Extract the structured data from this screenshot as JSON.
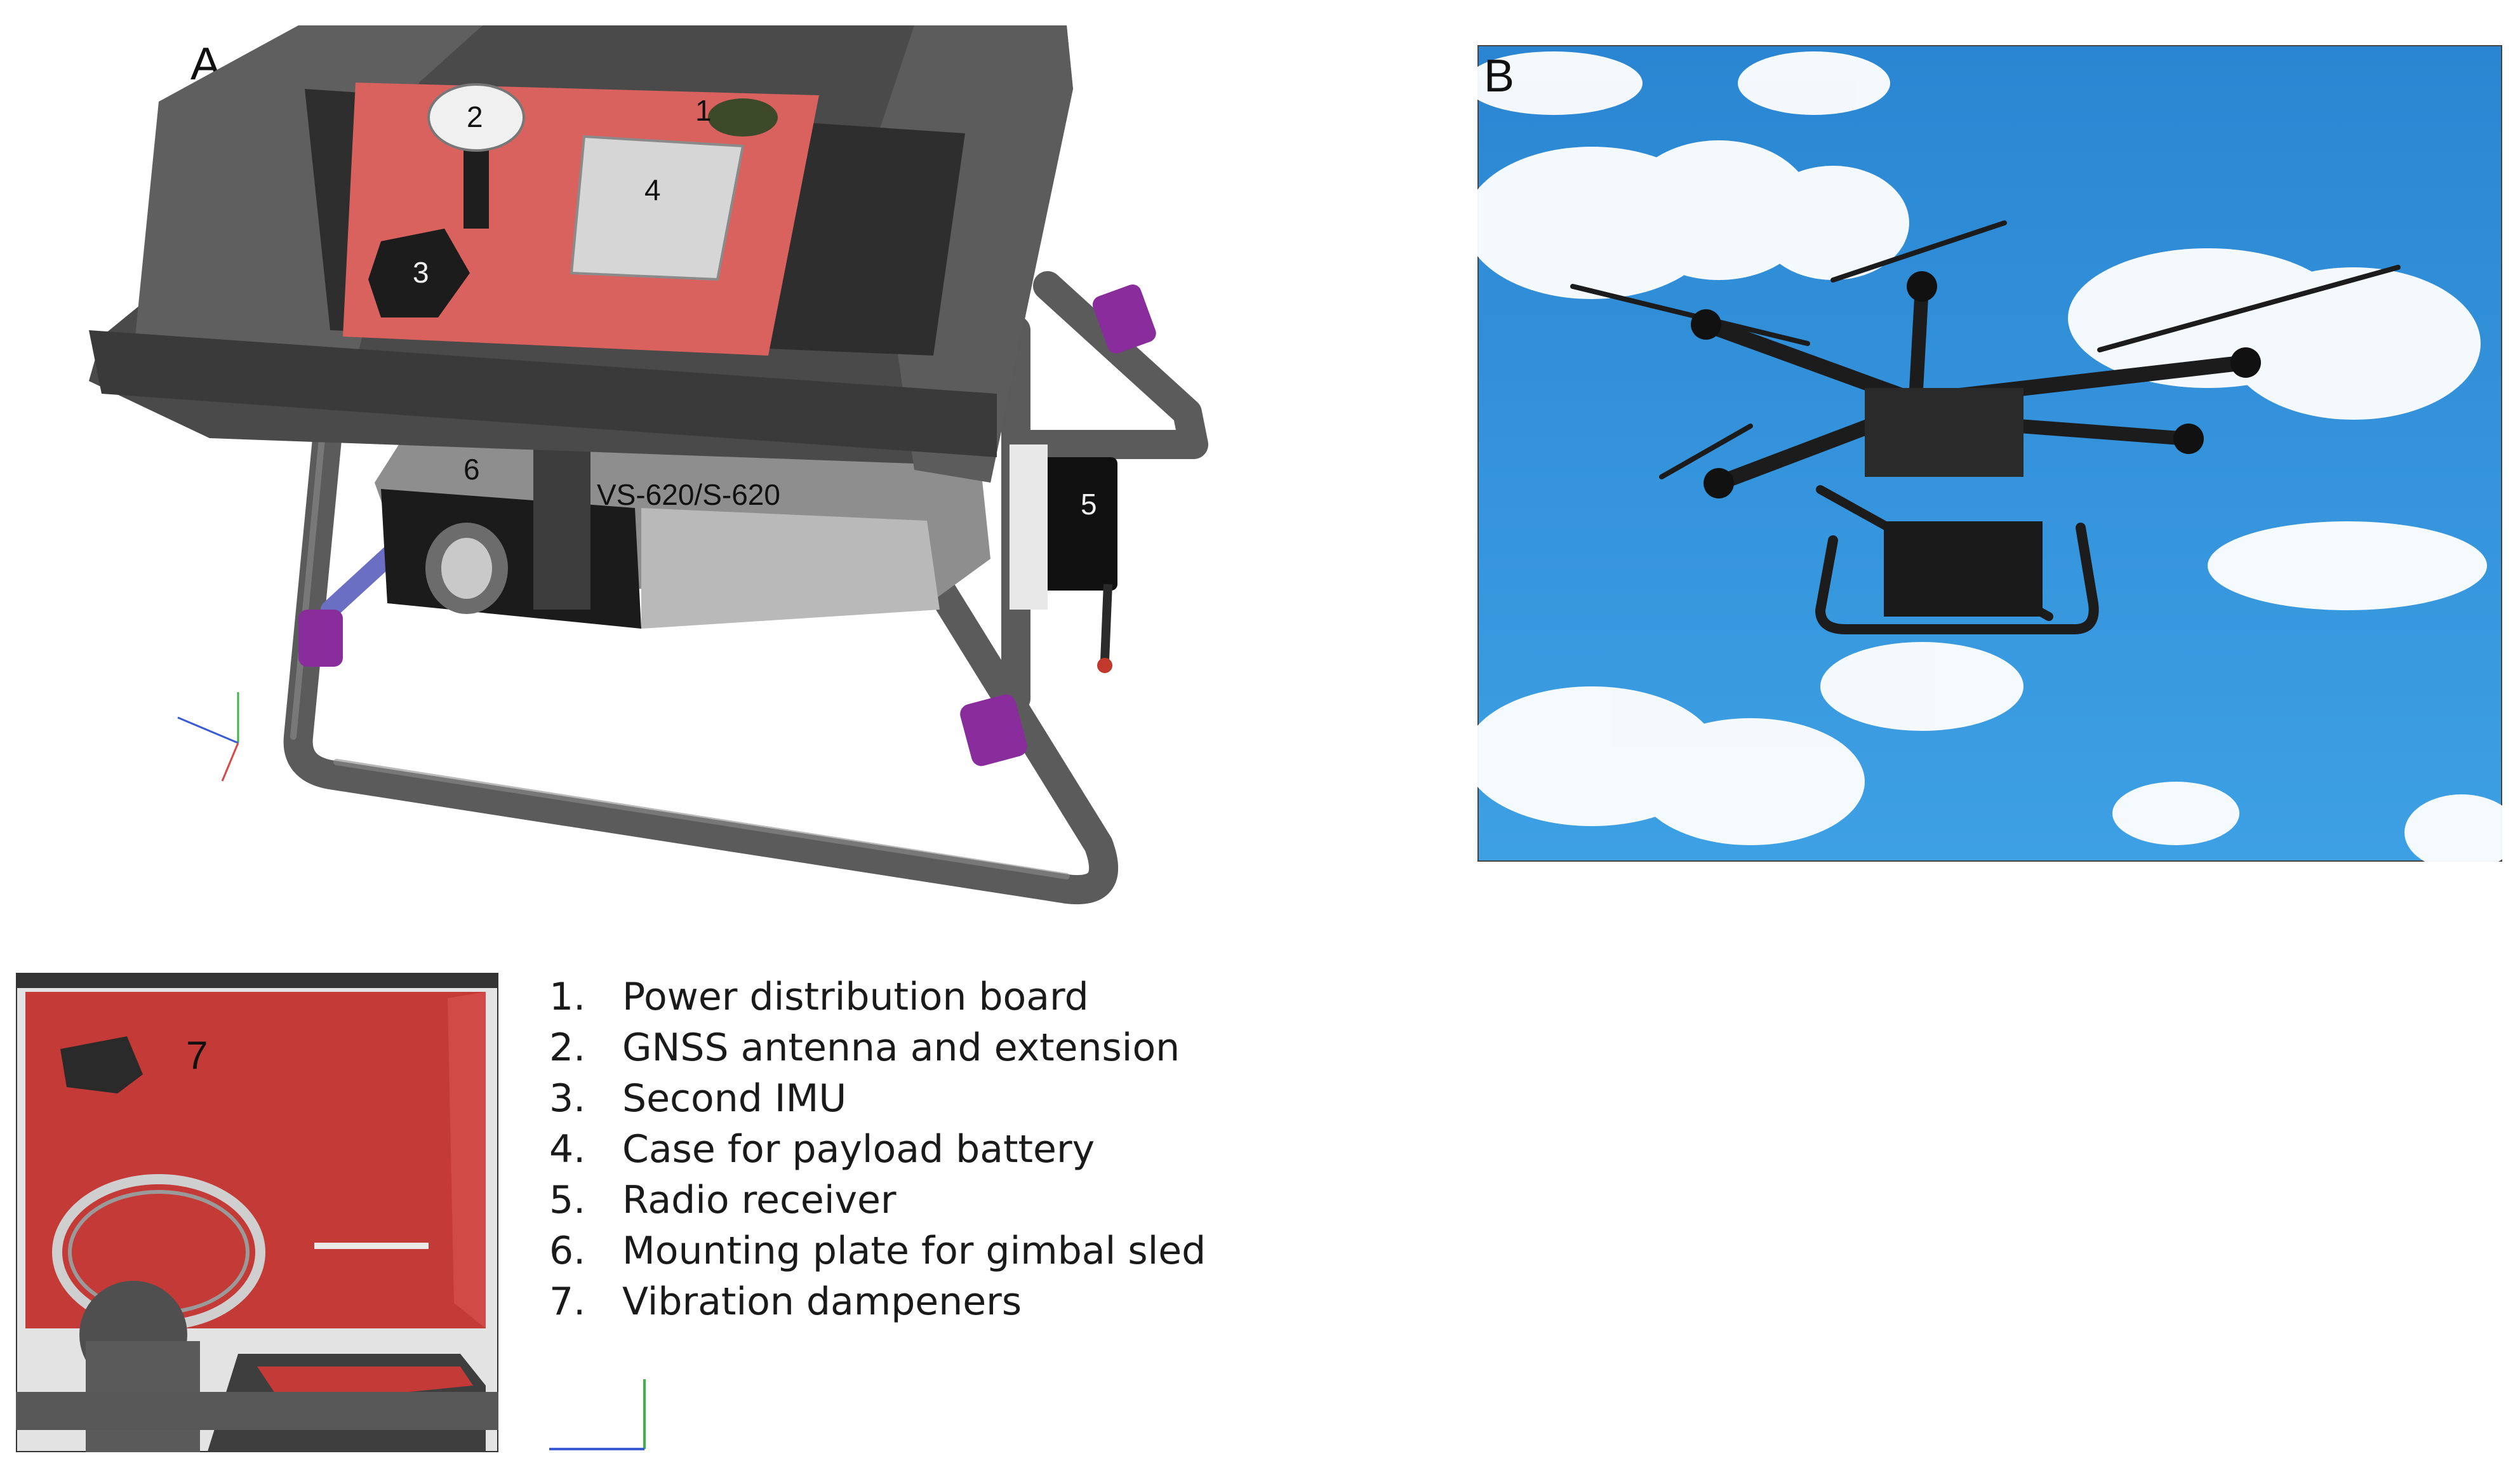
{
  "panels": {
    "a": {
      "label": "A",
      "lid_text": "VS-620/S-620"
    },
    "b": {
      "label": "B"
    }
  },
  "callouts": [
    "1",
    "2",
    "3",
    "4",
    "5",
    "6",
    "7"
  ],
  "legend": [
    {
      "num": "1.",
      "text": "Power distribution board"
    },
    {
      "num": "2.",
      "text": "GNSS antenna and extension"
    },
    {
      "num": "3.",
      "text": "Second IMU"
    },
    {
      "num": "4.",
      "text": "Case for payload battery"
    },
    {
      "num": "5.",
      "text": "Radio receiver"
    },
    {
      "num": "6.",
      "text": "Mounting plate for gimbal sled"
    },
    {
      "num": "7.",
      "text": "Vibration dampeners"
    }
  ],
  "colors": {
    "frame_gray": "#4d4d4d",
    "plate_red": "#d9625f",
    "clamp_purple": "#8a2d9c",
    "sky_blue": "#2f8fd6"
  }
}
